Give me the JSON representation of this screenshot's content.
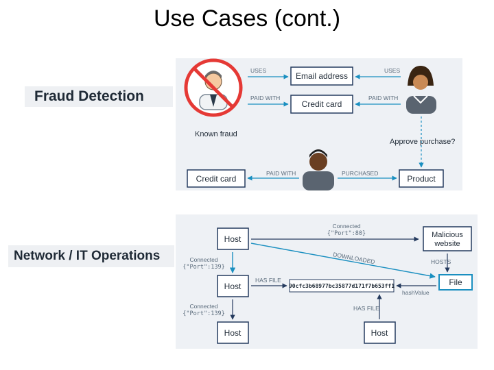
{
  "slide": {
    "title": "Use Cases (cont.)"
  },
  "fraud": {
    "section_label": "Fraud Detection",
    "email_address": "Email address",
    "credit_card_top": "Credit card",
    "credit_card_bottom": "Credit card",
    "product": "Product",
    "uses_left": "USES",
    "uses_right": "USES",
    "paid_with_left": "PAID WITH",
    "paid_with_right": "PAID WITH",
    "paid_with_bottom": "PAID WITH",
    "purchased": "PURCHASED",
    "known_fraud": "Known fraud",
    "approve_purchase": "Approve purchase?"
  },
  "network": {
    "section_label": "Network /  IT Operations",
    "host_top": "Host",
    "host_mid": "Host",
    "host_bottom_left": "Host",
    "host_bottom_right": "Host",
    "malicious_line1": "Malicious",
    "malicious_line2": "website",
    "file": "File",
    "hash": "90cfc3b68977bc35877d171f7b653ff1",
    "connected_top_1": "Connected",
    "connected_top_2": "{\"Port\":80}",
    "connected_mid_1": "Connected",
    "connected_mid_2": "{\"Port\":139}",
    "connected_low_1": "Connected",
    "connected_low_2": "{\"Port\":139}",
    "downloaded": "DOWNLOADED",
    "hosts": "HOSTS",
    "has_file_left": "HAS FILE",
    "has_file_bottom": "HAS FILE",
    "hash_value": "hashValue"
  },
  "colors": {
    "teal": "#1a8fc0",
    "box_border": "#243a5e",
    "bg": "#eef1f5",
    "prohibit": "#e53935"
  }
}
